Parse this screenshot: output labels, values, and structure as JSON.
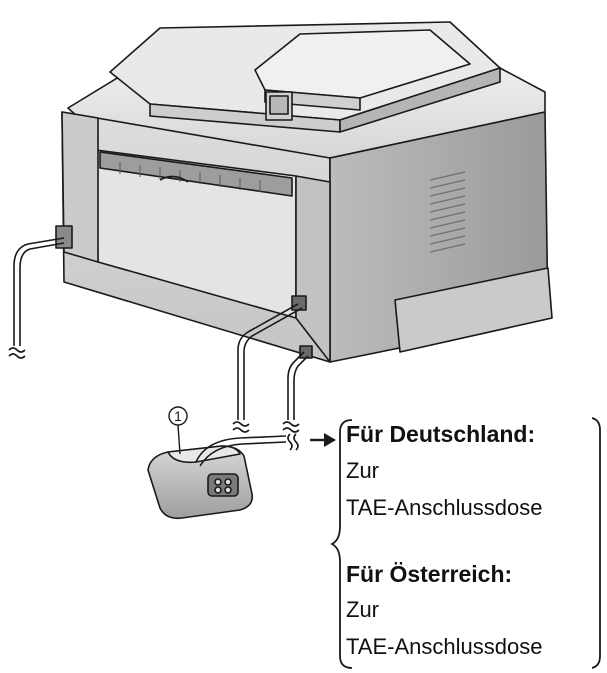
{
  "diagram": {
    "callout_number": "1",
    "connections": {
      "germany": {
        "heading": "Für Deutschland:",
        "line1": "Zur",
        "line2": "TAE-Anschlussdose"
      },
      "austria": {
        "heading": "Für Österreich:",
        "line1": "Zur",
        "line2": "TAE-Anschlussdose"
      }
    }
  },
  "colors": {
    "line": "#1a1a1a",
    "body_light": "#e6e6e6",
    "body_mid": "#cfcfcf",
    "body_dark": "#a8a8a8"
  }
}
